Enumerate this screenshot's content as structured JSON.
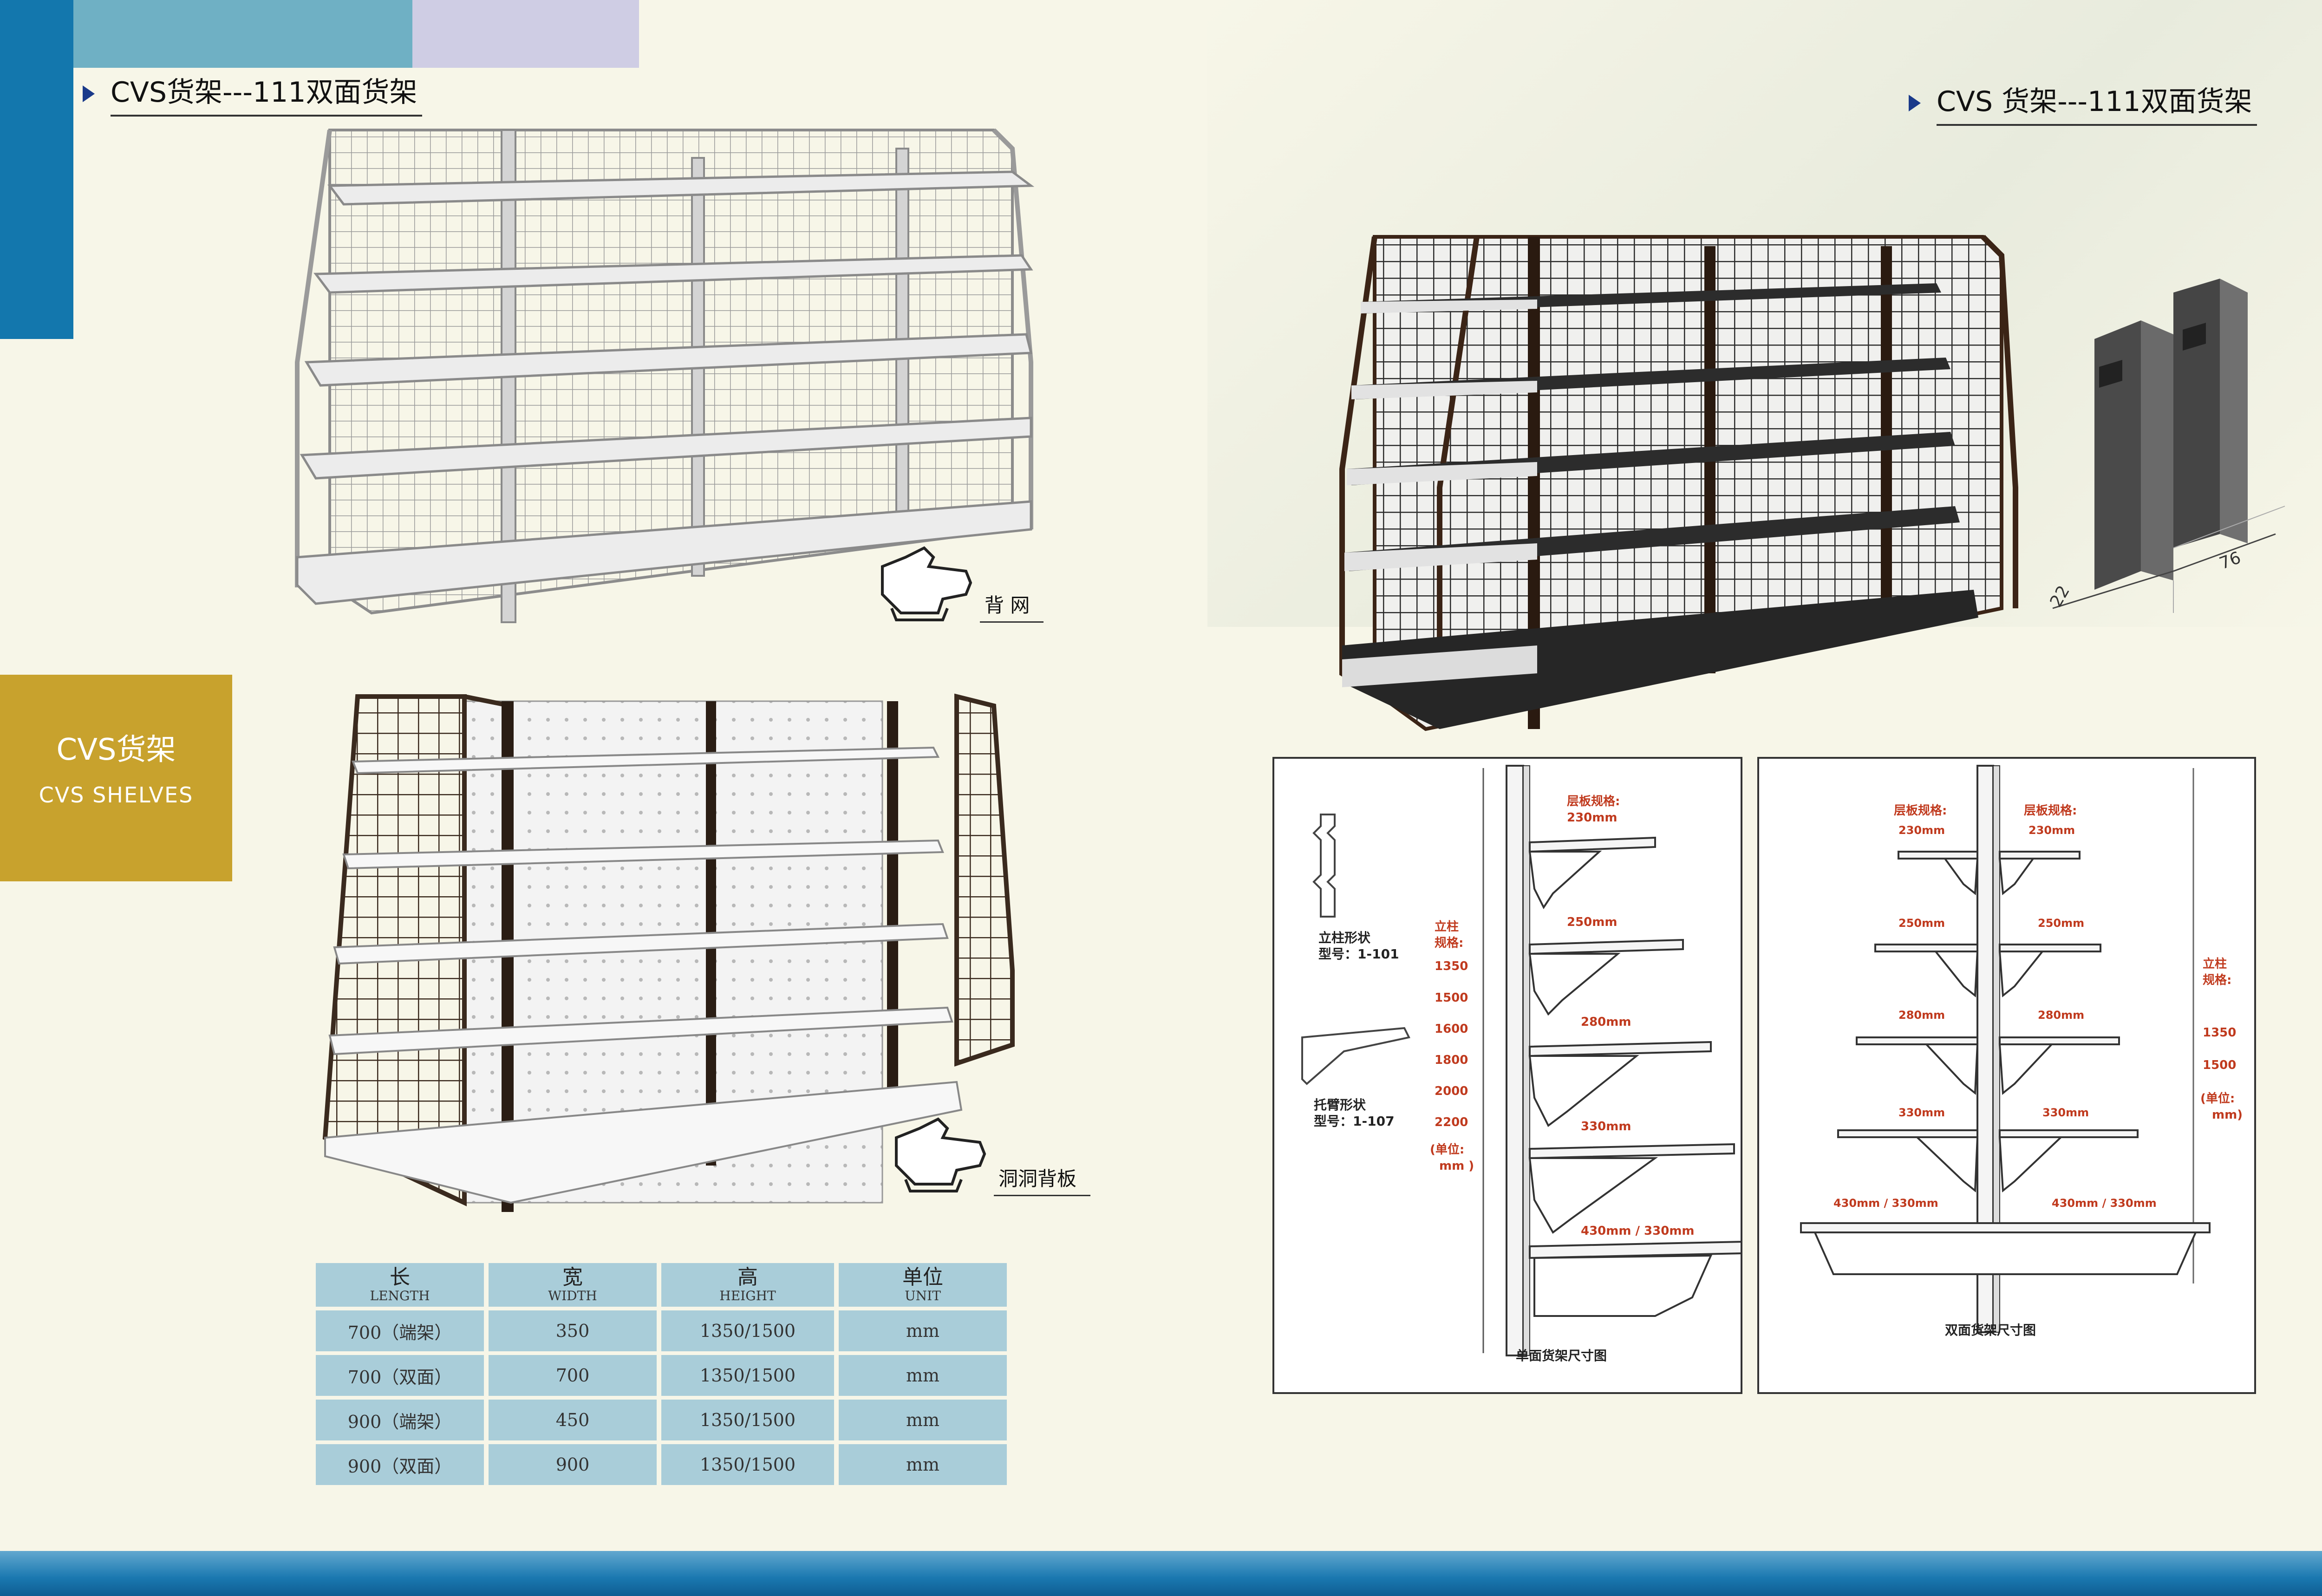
{
  "headings": {
    "left": "CVS货架---111双面货架",
    "right": "CVS 货架---111双面货架"
  },
  "sidebar": {
    "title": "CVS货架",
    "subtitle": "CVS  SHELVES"
  },
  "callouts": {
    "back_net": "背 网",
    "hole_board": "洞洞背板"
  },
  "table": {
    "headers": [
      {
        "cn": "长",
        "en": "LENGTH"
      },
      {
        "cn": "宽",
        "en": "WIDTH"
      },
      {
        "cn": "高",
        "en": "HEIGHT"
      },
      {
        "cn": "单位",
        "en": "UNIT"
      }
    ],
    "rows": [
      [
        "700（端架）",
        "350",
        "1350/1500",
        "mm"
      ],
      [
        "700（双面）",
        "700",
        "1350/1500",
        "mm"
      ],
      [
        "900（端架）",
        "450",
        "1350/1500",
        "mm"
      ],
      [
        "900（双面）",
        "900",
        "1350/1500",
        "mm"
      ]
    ]
  },
  "post_profile": {
    "dim_a": "22",
    "dim_b": "76"
  },
  "diagram_single": {
    "column_label_1": "立柱形状",
    "column_model": "型号：1-101",
    "arm_label_1": "托臂形状",
    "arm_model": "型号：1-107",
    "shelf_spec_label": "层板规格:",
    "shelf_sizes": [
      "230mm",
      "250mm",
      "280mm",
      "330mm",
      "430mm / 330mm"
    ],
    "upright_spec_label_1": "立柱",
    "upright_spec_label_2": "规格:",
    "heights": [
      "1350",
      "1500",
      "1600",
      "1800",
      "2000",
      "2200"
    ],
    "unit_label_1": "(单位:",
    "unit_label_2": "mm )",
    "caption": "单面货架尺寸图"
  },
  "diagram_double": {
    "shelf_spec_label": "层板规格:",
    "shelf_sizes": [
      "230mm",
      "250mm",
      "280mm",
      "330mm",
      "430mm / 330mm"
    ],
    "upright_spec_label_1": "立柱",
    "upright_spec_label_2": "规格:",
    "heights": [
      "1350",
      "1500"
    ],
    "unit_label_1": "(单位:",
    "unit_label_2": "mm)",
    "caption": "双面货架尺寸图"
  },
  "colors": {
    "blue_bar": "#1377ad",
    "gold_box": "#c8a22d",
    "table_cell": "#a9cdd9",
    "dim_red": "#c03a1e"
  }
}
